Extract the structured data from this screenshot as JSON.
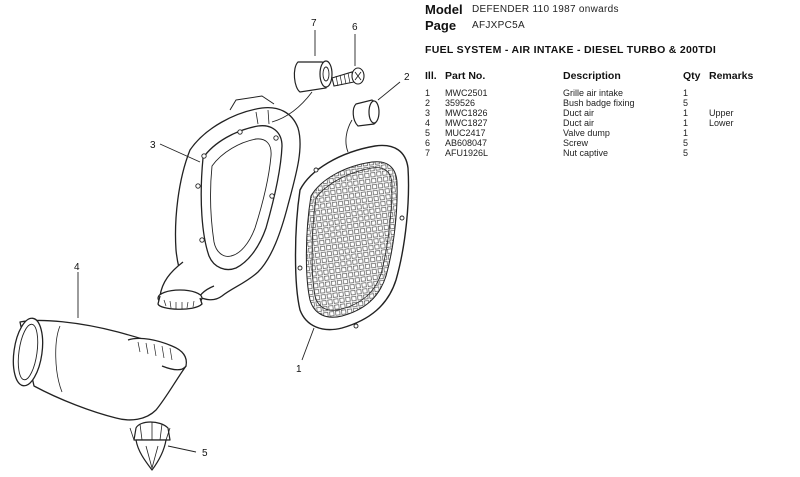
{
  "header": {
    "model_label": "Model",
    "model_value": "DEFENDER 110 1987 onwards",
    "page_label": "Page",
    "page_value": "AFJXPC5A"
  },
  "section_title": "FUEL SYSTEM - AIR INTAKE - DIESEL TURBO & 200TDI",
  "table": {
    "headers": {
      "ill": "Ill.",
      "part": "Part No.",
      "description": "Description",
      "qty": "Qty",
      "remarks": "Remarks"
    },
    "rows": [
      {
        "ill": "1",
        "part": "MWC2501",
        "description": "Grille air intake",
        "qty": "1",
        "remarks": ""
      },
      {
        "ill": "2",
        "part": "359526",
        "description": "Bush badge fixing",
        "qty": "5",
        "remarks": ""
      },
      {
        "ill": "3",
        "part": "MWC1826",
        "description": "Duct air",
        "qty": "1",
        "remarks": "Upper"
      },
      {
        "ill": "4",
        "part": "MWC1827",
        "description": "Duct air",
        "qty": "1",
        "remarks": "Lower"
      },
      {
        "ill": "5",
        "part": "MUC2417",
        "description": "Valve dump",
        "qty": "1",
        "remarks": ""
      },
      {
        "ill": "6",
        "part": "AB608047",
        "description": "Screw",
        "qty": "5",
        "remarks": ""
      },
      {
        "ill": "7",
        "part": "AFU1926L",
        "description": "Nut captive",
        "qty": "5",
        "remarks": ""
      }
    ]
  },
  "diagram": {
    "callouts": {
      "c1": "1",
      "c2": "2",
      "c3": "3",
      "c4": "4",
      "c5": "5",
      "c6": "6",
      "c7": "7"
    }
  }
}
